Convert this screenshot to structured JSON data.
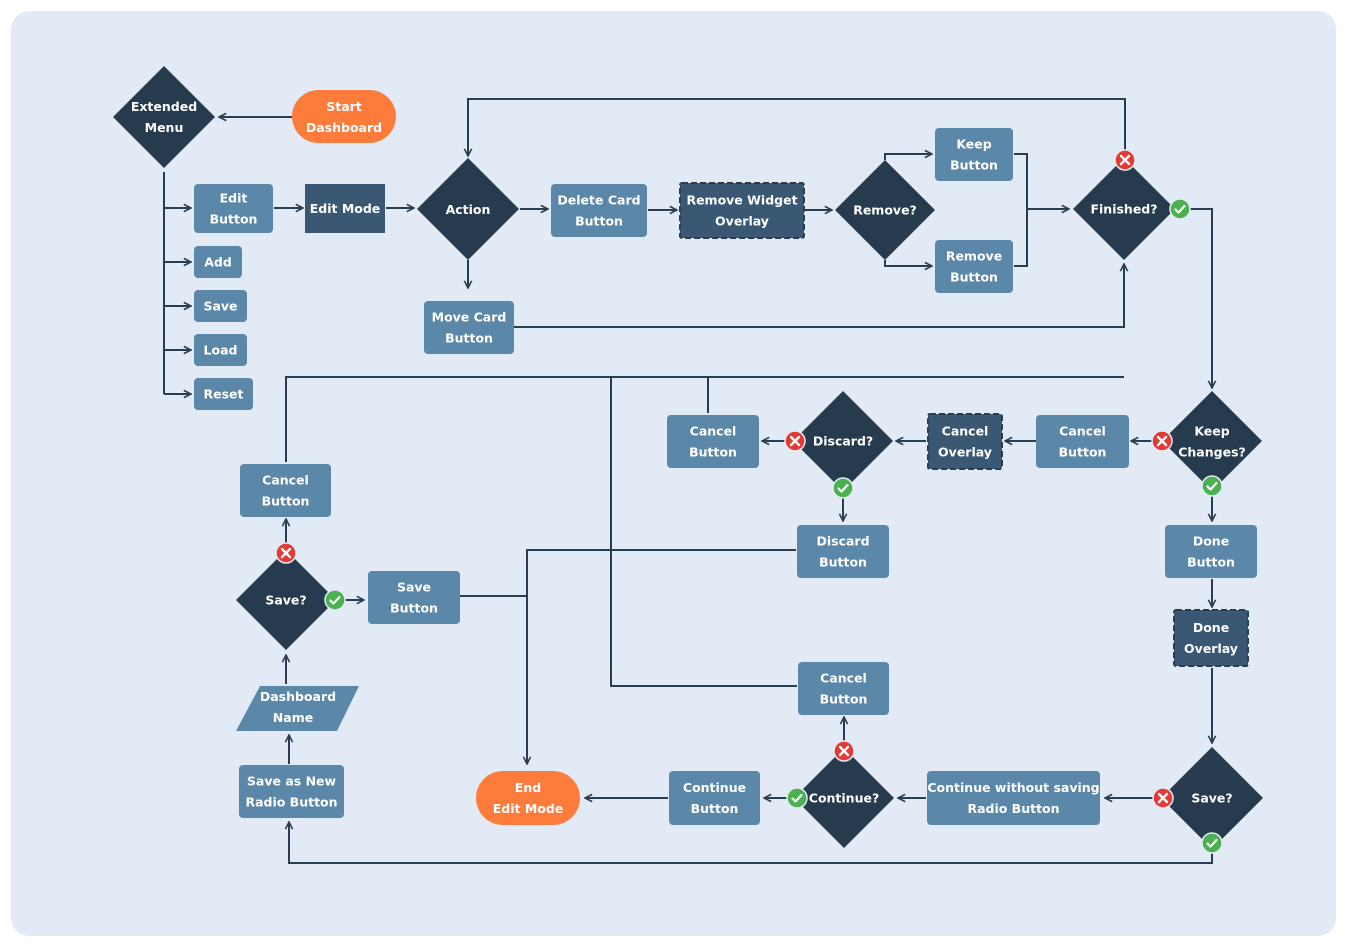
{
  "nodes": {
    "start": [
      "Start",
      "Dashboard"
    ],
    "extended_menu": [
      "Extended",
      "Menu"
    ],
    "edit_button": [
      "Edit",
      "Button"
    ],
    "add": [
      "Add"
    ],
    "save_menu": [
      "Save"
    ],
    "load": [
      "Load"
    ],
    "reset": [
      "Reset"
    ],
    "edit_mode": [
      "Edit Mode"
    ],
    "action": [
      "Action"
    ],
    "delete_card": [
      "Delete Card",
      "Button"
    ],
    "remove_widget": [
      "Remove Widget",
      "Overlay"
    ],
    "remove_q": [
      "Remove?"
    ],
    "keep_button": [
      "Keep",
      "Button"
    ],
    "remove_button": [
      "Remove",
      "Button"
    ],
    "finished_q": [
      "Finished?"
    ],
    "move_card": [
      "Move Card",
      "Button"
    ],
    "keep_changes_q": [
      "Keep",
      "Changes?"
    ],
    "cancel_button_1": [
      "Cancel",
      "Button"
    ],
    "cancel_overlay": [
      "Cancel",
      "Overlay"
    ],
    "discard_q": [
      "Discard?"
    ],
    "cancel_button_2": [
      "Cancel",
      "Button"
    ],
    "discard_button": [
      "Discard",
      "Button"
    ],
    "done_button": [
      "Done",
      "Button"
    ],
    "done_overlay": [
      "Done",
      "Overlay"
    ],
    "save_q_right": [
      "Save?"
    ],
    "continue_without_saving": [
      "Continue without saving",
      "Radio Button"
    ],
    "continue_q": [
      "Continue?"
    ],
    "cancel_button_3": [
      "Cancel",
      "Button"
    ],
    "continue_button": [
      "Continue",
      "Button"
    ],
    "end": [
      "End",
      "Edit Mode"
    ],
    "save_as_new": [
      "Save as New",
      "Radio Button"
    ],
    "dashboard_name": [
      "Dashboard",
      "Name"
    ],
    "save_q_left": [
      "Save?"
    ],
    "save_button": [
      "Save",
      "Button"
    ],
    "cancel_button_4": [
      "Cancel",
      "Button"
    ]
  },
  "colors": {
    "canvas": "#e2ebf5",
    "process": "#5b87a8",
    "overlay": "#3a5874",
    "decision": "#263b4d",
    "terminal": "#fd7b3b",
    "edge": "#2a3e50",
    "yes": "#4caf50",
    "no": "#e53935"
  }
}
